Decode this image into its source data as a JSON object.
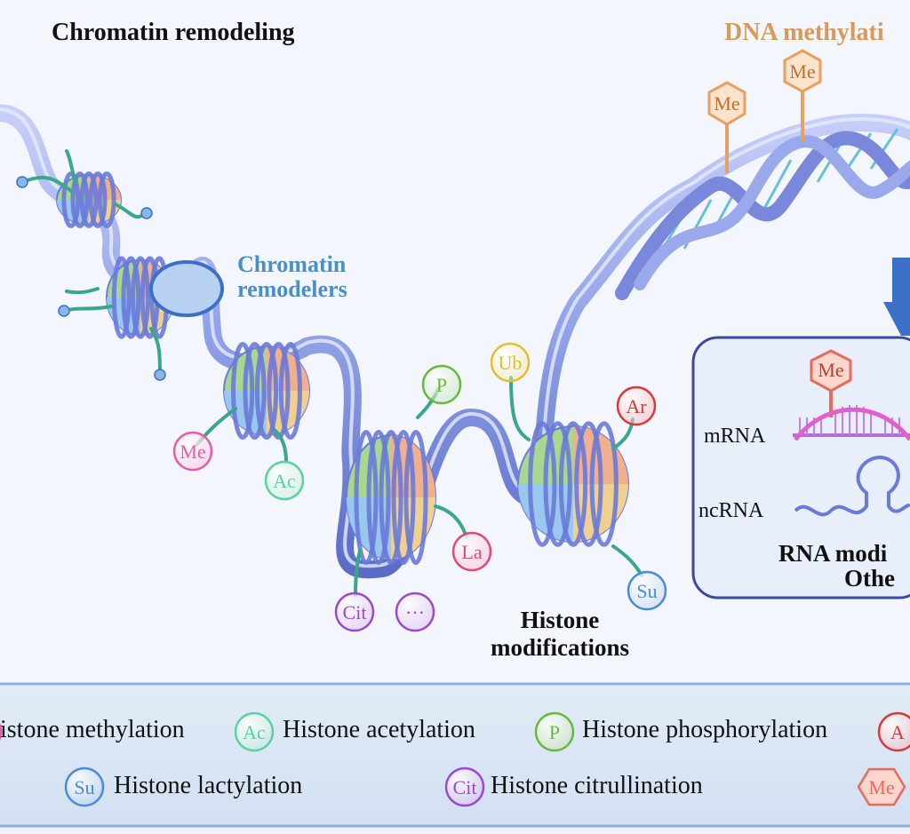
{
  "titles": {
    "chromatin_remodeling": "Chromatin remodeling",
    "dna_methylation": "DNA methylati",
    "chromatin_remodelers_line1": "Chromatin",
    "chromatin_remodelers_line2": "remodelers",
    "histone_modifications_line1": "Histone",
    "histone_modifications_line2": "modifications",
    "rna_modifications_line1": "RNA modi",
    "rna_modifications_line2": "Othe"
  },
  "rna_panel": {
    "mrna_label": "mRNA",
    "ncrna_label": "ncRNA"
  },
  "diagram_badges": {
    "me_dna_1": "Me",
    "me_dna_2": "Me",
    "me_rna": "Me",
    "me_histone": "Me",
    "ac": "Ac",
    "p": "P",
    "ub": "Ub",
    "ar": "Ar",
    "la": "La",
    "cit": "Cit",
    "dots": "···",
    "su": "Su"
  },
  "legend": {
    "row1": [
      {
        "badge": "",
        "label": "istone methylation"
      },
      {
        "badge": "Ac",
        "label": "Histone acetylation"
      },
      {
        "badge": "P",
        "label": "Histone phosphorylation"
      },
      {
        "badge": "A",
        "label": ""
      }
    ],
    "row2": [
      {
        "badge": "Su",
        "label": "Histone lactylation"
      },
      {
        "badge": "Cit",
        "label": "Histone citrullination"
      },
      {
        "badge": "Me",
        "label": ""
      }
    ]
  },
  "colors": {
    "dna_strand": "#8fa0e6",
    "dna_dark": "#5b6cc8",
    "remodeler_title": "#4a90c8",
    "methylation_title": "#d89a5a",
    "me": "#e85aa8",
    "ac": "#5ad0a0",
    "p": "#6ab83a",
    "ub": "#e0c030",
    "ar": "#d83a3a",
    "la": "#e04a7a",
    "cit": "#9a4ad0",
    "su": "#4a8ad8",
    "dna_me": "#e8a060",
    "rna_me": "#e86a5a"
  }
}
